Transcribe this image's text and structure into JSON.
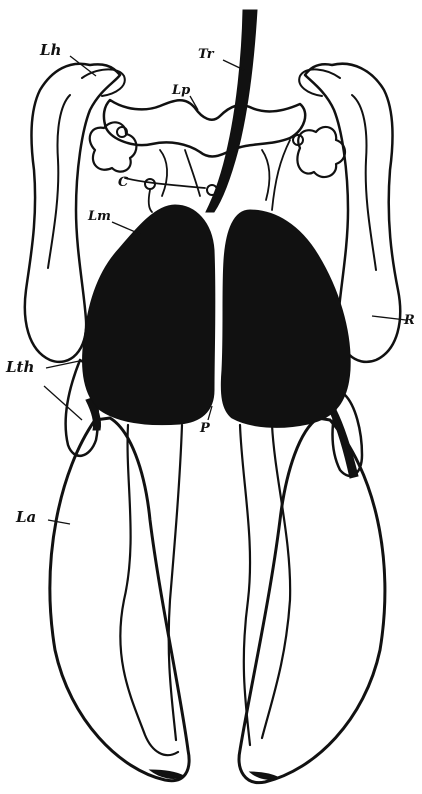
{
  "labels": {
    "lh": "Lh",
    "tr": "Tr",
    "lp": "Lp",
    "c": "C",
    "lm": "Lm",
    "r": "R",
    "lth": "Lth",
    "p": "P",
    "la": "La"
  },
  "colors": {
    "ink": "#111111",
    "paper": "#ffffff"
  }
}
